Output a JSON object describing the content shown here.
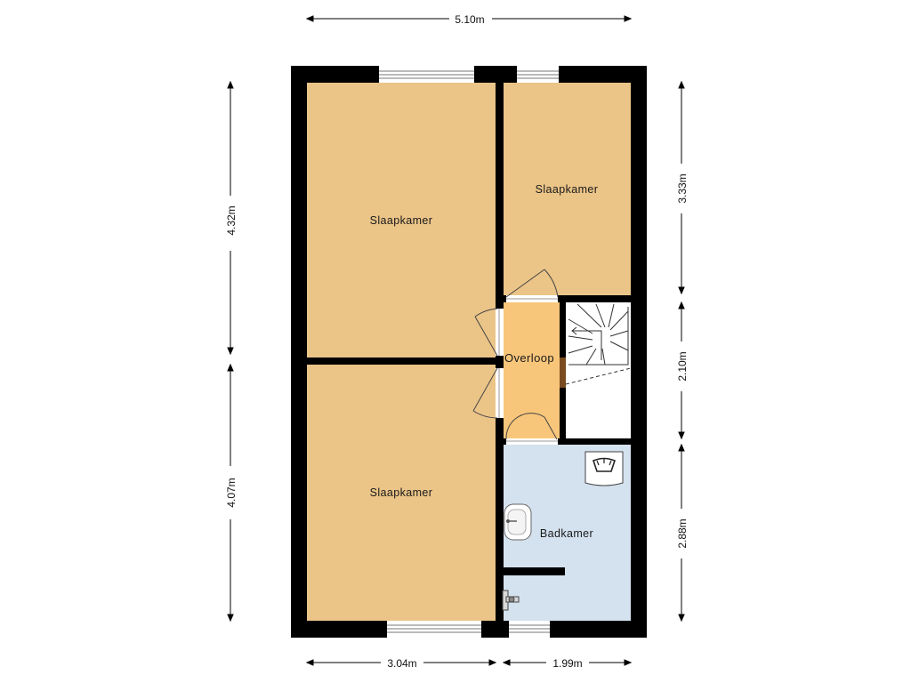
{
  "colors": {
    "wall": "#000000",
    "bedroom_floor": "#ebc488",
    "landing_floor": "#f8c67a",
    "bathroom_floor": "#d4e1ee",
    "stair_floor": "#ffffff",
    "dimension_line": "#000000"
  },
  "rooms": {
    "bedroom_top_left": "Slaapkamer",
    "bedroom_top_right": "Slaapkamer",
    "bedroom_bottom_left": "Slaapkamer",
    "landing": "Overloop",
    "bathroom": "Badkamer"
  },
  "dimensions": {
    "total_width": "5.10m",
    "left_top_height": "4.32m",
    "left_bottom_height": "4.07m",
    "right_top_height": "3.33m",
    "right_middle_height": "2.10m",
    "right_bottom_height": "2.88m",
    "bottom_left_width": "3.04m",
    "bottom_right_width": "1.99m"
  },
  "fixtures": {
    "washing_machine": "washing-machine-icon",
    "sink": "sink-icon",
    "toilet": "toilet-icon",
    "staircase": "staircase-icon"
  }
}
